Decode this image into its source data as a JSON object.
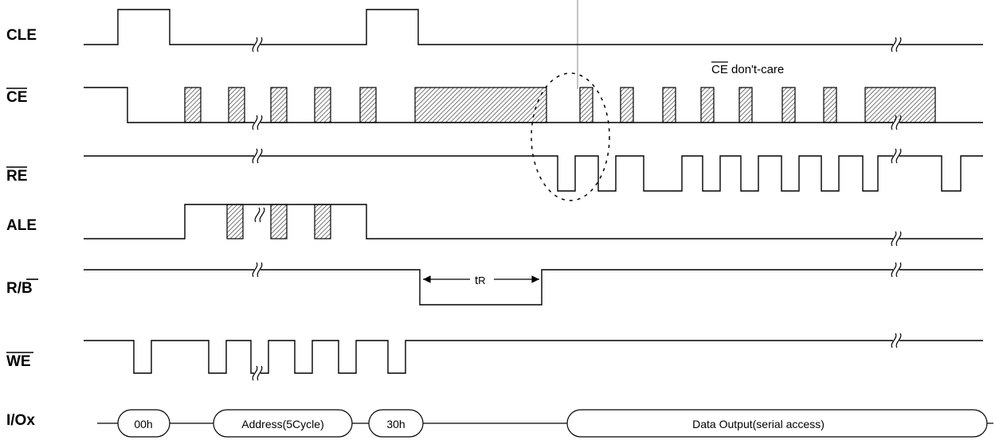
{
  "signals": {
    "cle": "CLE",
    "ce": "CE",
    "re": "RE",
    "ale": "ALE",
    "rb_r": "R/",
    "rb_b": "B",
    "we": "WE",
    "io": "I/Ox"
  },
  "annotations": {
    "ce_dont_care_bar": "CE",
    "ce_dont_care_rest": " don't-care",
    "tr_t": "t",
    "tr_sub": "R"
  },
  "bus": {
    "cmd1": "00h",
    "address": "Address(5Cycle)",
    "cmd2": "30h",
    "data": "Data Output(serial access)"
  }
}
